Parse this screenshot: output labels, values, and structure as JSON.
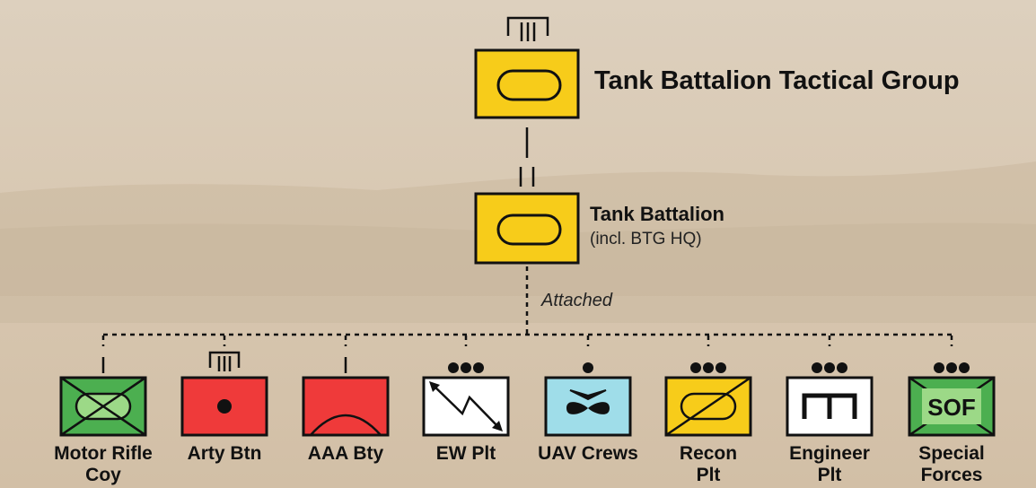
{
  "colors": {
    "tank": "#f7cc1a",
    "motor_rifle": "#4caf50",
    "motor_rifle_inner": "#9cd987",
    "artillery": "#ef3a3a",
    "ew": "#ffffff",
    "uav": "#9fdde9",
    "recon": "#f7cc1a",
    "engineer": "#ffffff",
    "sof": "#4caf50",
    "outline": "#111111"
  },
  "top": {
    "title": "Tank Battalion Tactical Group"
  },
  "battalion": {
    "title": "Tank Battalion",
    "subtitle": "(incl. BTG HQ)"
  },
  "link_label": "Attached",
  "units": [
    {
      "label_1": "Motor Rifle",
      "label_2": "Coy",
      "echelon": "company",
      "icon": "crossed-rectangle-infantry-armor-icon"
    },
    {
      "label_1": "Arty Btn",
      "label_2": "",
      "echelon": "battalion",
      "icon": "artillery-dot-icon"
    },
    {
      "label_1": "AAA Bty",
      "label_2": "",
      "echelon": "company",
      "icon": "air-defense-arc-icon"
    },
    {
      "label_1": "EW Plt",
      "label_2": "",
      "echelon": "platoon",
      "icon": "electronic-warfare-zigzag-icon"
    },
    {
      "label_1": "UAV Crews",
      "label_2": "",
      "echelon": "squad",
      "icon": "uav-bowtie-icon"
    },
    {
      "label_1": "Recon",
      "label_2": "Plt",
      "echelon": "platoon",
      "icon": "recon-diagonal-icon"
    },
    {
      "label_1": "Engineer",
      "label_2": "Plt",
      "echelon": "platoon",
      "icon": "engineer-bridge-icon"
    },
    {
      "label_1": "Special",
      "label_2": "Forces",
      "echelon": "platoon",
      "icon": "special-forces-icon",
      "box_text": "SOF"
    }
  ]
}
